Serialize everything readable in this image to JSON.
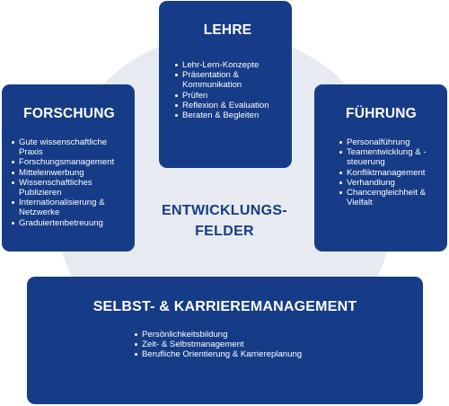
{
  "center": {
    "line1": "ENTWICKLUNGS-",
    "line2": "FELDER"
  },
  "boxes": {
    "lehre": {
      "title": "LEHRE",
      "items": [
        "Lehr-Lern-Konzepte",
        "Präsentation & Kommunikation",
        "Prüfen",
        "Reflexion & Evaluation",
        "Beraten & Begleiten"
      ]
    },
    "forschung": {
      "title": "FORSCHUNG",
      "items": [
        "Gute wissenschaftliche Praxis",
        "Forschungsmanagement",
        "Mitteleinwerbung",
        "Wissenschaftliches Publizieren",
        "Internationalisierung & Netzwerke",
        "Graduiertenbetreuung"
      ]
    },
    "fuehrung": {
      "title": "FÜHRUNG",
      "items": [
        "Personalführung",
        "Teamentwicklung & -steuerung",
        "Konfliktmanagement",
        "Verhandlung",
        "Chancengleichheit & Vielfalt"
      ]
    },
    "selbst": {
      "title": "SELBST- & KARRIEREMANAGEMENT",
      "items": [
        "Persönlichkeitsbildung",
        "Zeit- & Selbstmanagement",
        "Berufliche Orientierung & Karriereplanung"
      ]
    }
  },
  "colors": {
    "box": "#163c87",
    "circle": "#e7ebf1"
  }
}
